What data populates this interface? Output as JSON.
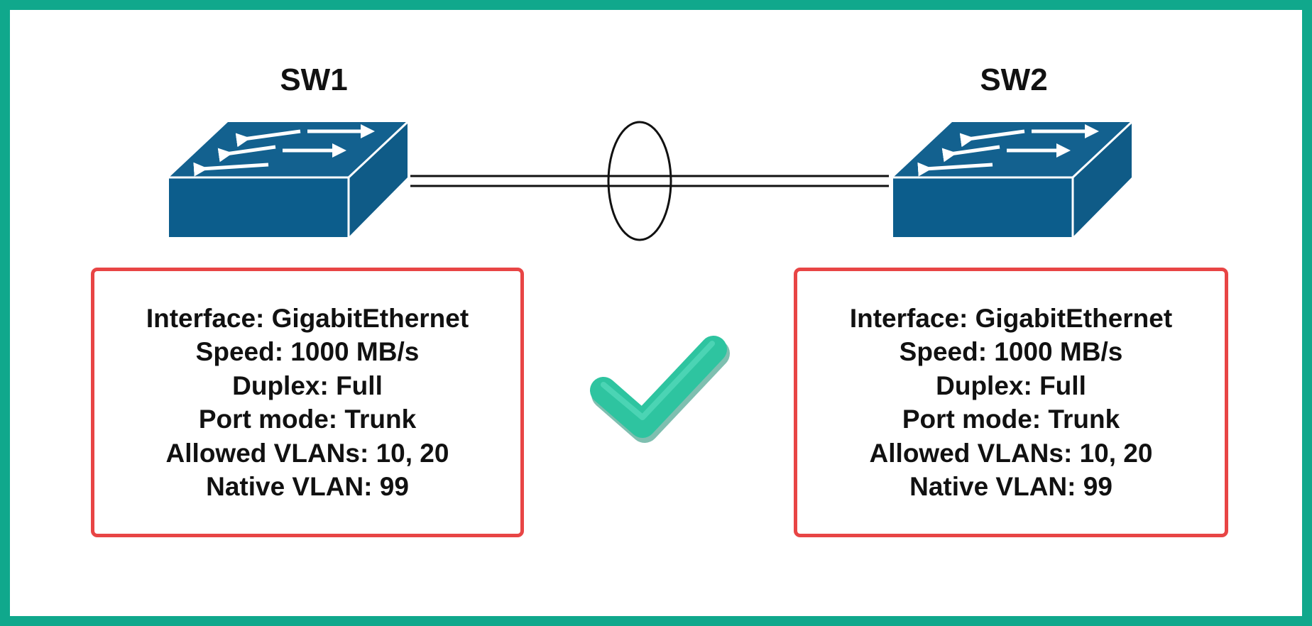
{
  "colors": {
    "frame": "#10a88c",
    "switch_top": "#13618f",
    "switch_side": "#0f5b87",
    "switch_front": "#0c5d8c",
    "box_border": "#e84545",
    "checkmark": "#2ec4a0"
  },
  "icons": {
    "switch": "network-switch-icon",
    "bundle": "link-bundle-ellipse",
    "check": "checkmark-icon"
  },
  "switches": [
    {
      "label": "SW1",
      "info": [
        "Interface: GigabitEthernet",
        "Speed: 1000 MB/s",
        "Duplex: Full",
        "Port mode: Trunk",
        "Allowed VLANs: 10, 20",
        "Native VLAN: 99"
      ]
    },
    {
      "label": "SW2",
      "info": [
        "Interface: GigabitEthernet",
        "Speed: 1000 MB/s",
        "Duplex: Full",
        "Port mode: Trunk",
        "Allowed VLANs: 10, 20",
        "Native VLAN: 99"
      ]
    }
  ]
}
